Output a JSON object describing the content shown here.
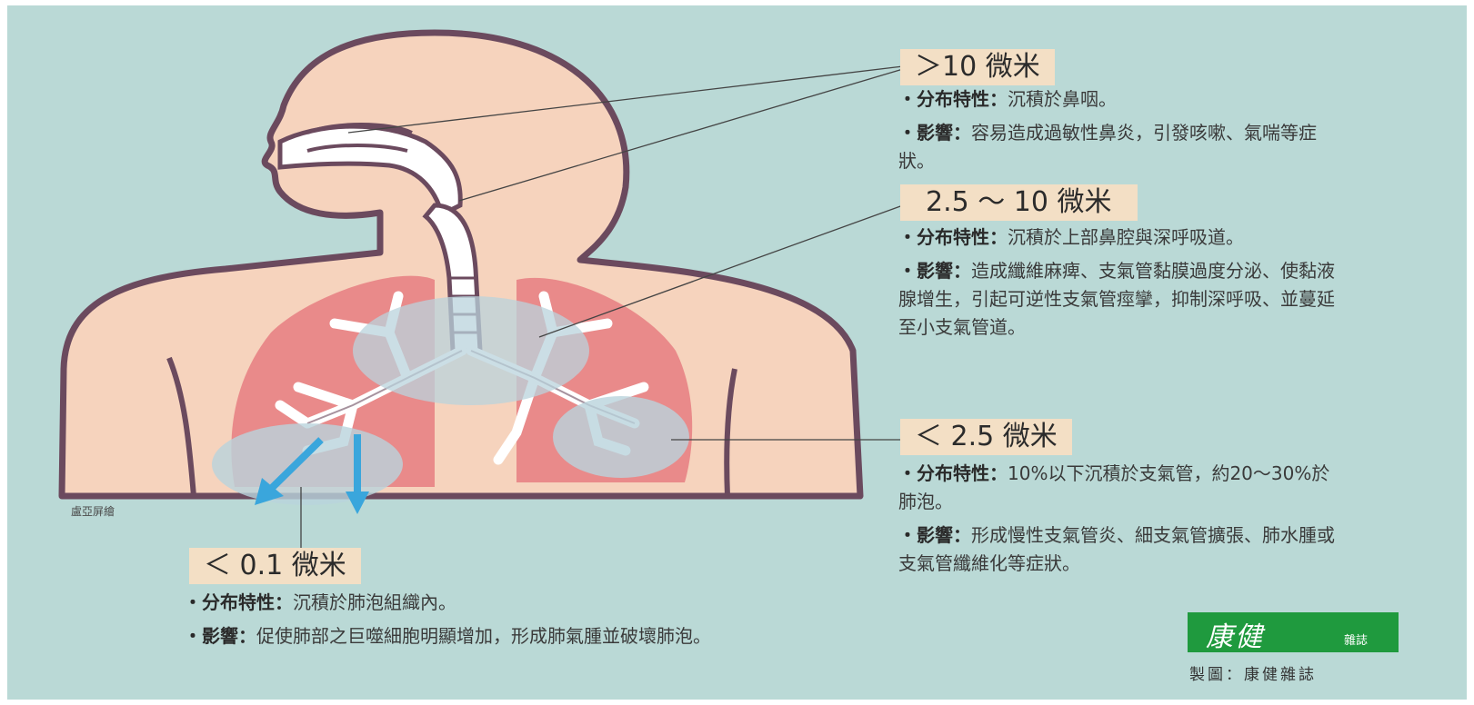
{
  "credit": "盧亞屏繪",
  "sections": [
    {
      "size_label": "＞10 微米",
      "dist_head": "・分布特性：",
      "dist_text": "沉積於鼻咽。",
      "effect_head": "・影響：",
      "effect_text": "容易造成過敏性鼻炎，引發咳嗽、氣喘等症狀。"
    },
    {
      "size_label": "2.5 ～ 10 微米",
      "dist_head": "・分布特性：",
      "dist_text": "沉積於上部鼻腔與深呼吸道。",
      "effect_head": "・影響：",
      "effect_text": "造成纖維麻痺、支氣管黏膜過度分泌、使黏液腺增生，引起可逆性支氣管痙攣，抑制深呼吸、並蔓延至小支氣管道。"
    },
    {
      "size_label": "＜ 2.5 微米",
      "dist_head": "・分布特性：",
      "dist_text": "10%以下沉積於支氣管，約20～30%於肺泡。",
      "effect_head": "・影響：",
      "effect_text": "形成慢性支氣管炎、細支氣管擴張、肺水腫或支氣管纖維化等症狀。"
    },
    {
      "size_label": "＜ 0.1 微米",
      "dist_head": "・分布特性：",
      "dist_text": "沉積於肺泡組織內。",
      "effect_head": "・影響：",
      "effect_text": "促使肺部之巨噬細胞明顯增加，形成肺氣腫並破壞肺泡。"
    }
  ],
  "logo": {
    "main": "康健",
    "sub": "雜誌"
  },
  "maker": "製圖：康健雜誌",
  "colors": {
    "background": "#bad9d6",
    "body": "#f6d3bd",
    "outline": "#6b4a5e",
    "lung": "#e98a8a",
    "airway": "#f7f7f7",
    "deposit": "#b9d3dc",
    "arrow": "#3aa6dc",
    "tag": "#f3dfc5",
    "logo": "#1f9a3e"
  }
}
